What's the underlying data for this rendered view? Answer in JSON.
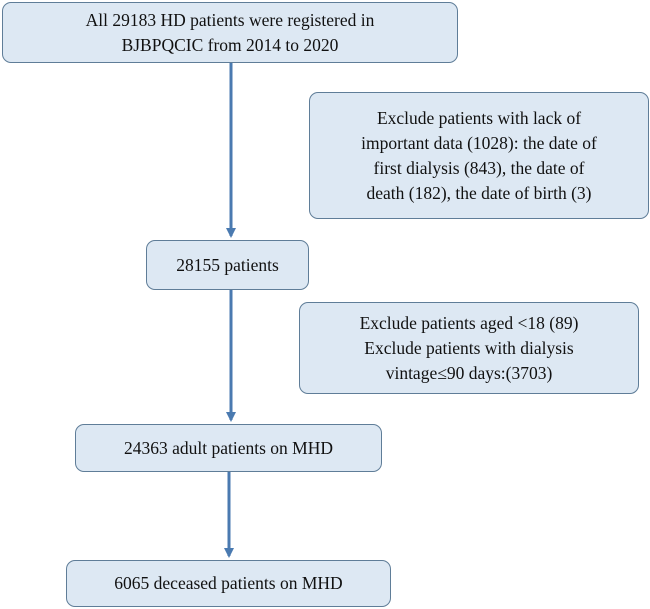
{
  "flowchart": {
    "box_start": {
      "lines": [
        "All 29183 HD patients were registered in",
        "BJBPQCIC from 2014 to 2020"
      ]
    },
    "box_exclude_missing": {
      "lines": [
        "Exclude patients with lack of",
        "important data (1028): the date of",
        "first dialysis (843), the date of",
        "death (182), the date of birth (3)"
      ]
    },
    "box_28155": {
      "lines": [
        "28155 patients"
      ]
    },
    "box_exclude_age": {
      "lines": [
        "Exclude patients aged <18 (89)",
        "Exclude patients with dialysis",
        "vintage≤90  days:(3703)"
      ]
    },
    "box_24363": {
      "lines": [
        "24363 adult patients on MHD"
      ]
    },
    "box_deceased": {
      "lines": [
        "6065 deceased patients on MHD"
      ]
    },
    "colors": {
      "box_fill": "#dde8f3",
      "box_border": "#5f7d98",
      "arrow": "#4a7ab0"
    }
  }
}
